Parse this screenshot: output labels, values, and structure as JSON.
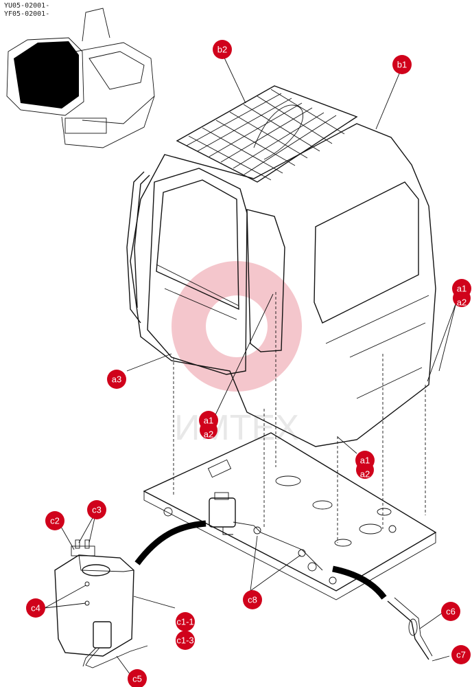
{
  "model_codes": [
    "YU05-02001-",
    "YF05-02001-"
  ],
  "watermark": "ИМТЕХ",
  "callout_color": "#d0021b",
  "callouts": [
    {
      "id": "b2",
      "label": "b2"
    },
    {
      "id": "b1",
      "label": "b1"
    },
    {
      "id": "a1-right",
      "label": "a1",
      "sub": "a2"
    },
    {
      "id": "a3",
      "label": "a3"
    },
    {
      "id": "a1-center",
      "label": "a1",
      "sub": "a2"
    },
    {
      "id": "a1-lower",
      "label": "a1",
      "sub": "a2"
    },
    {
      "id": "c2",
      "label": "c2"
    },
    {
      "id": "c3",
      "label": "c3"
    },
    {
      "id": "c4",
      "label": "c4"
    },
    {
      "id": "c1-1",
      "label": "c1-1"
    },
    {
      "id": "c1-3",
      "label": "c1-3"
    },
    {
      "id": "c8",
      "label": "c8"
    },
    {
      "id": "c6",
      "label": "c6"
    },
    {
      "id": "c7",
      "label": "c7"
    },
    {
      "id": "c5",
      "label": "c5"
    }
  ]
}
